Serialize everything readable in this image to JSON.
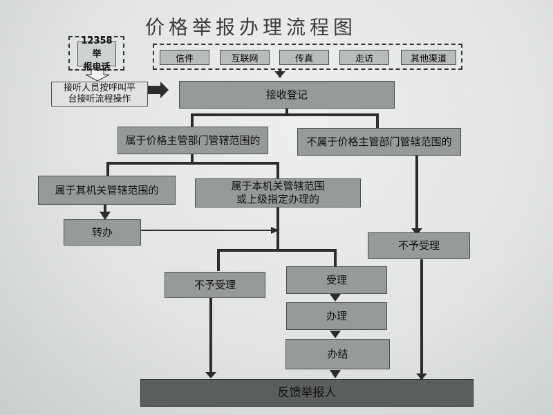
{
  "title": "价格举报办理流程图",
  "hotline": "12358举\n报电话",
  "operator_text": "接听人员按呼叫平\n台接听流程操作",
  "channels": [
    "信件",
    "互联网",
    "传真",
    "走访",
    "其他渠道"
  ],
  "receive": "接收登记",
  "in_scope": "属于价格主管部门管辖范围的",
  "out_scope": "不属于价格主管部门管辖范围的",
  "other_org": "属于其机关管辖范围的",
  "own_org": "属于本机关管辖范围\n或上级指定办理的",
  "transfer": "转办",
  "reject_right": "不予受理",
  "reject_mid": "不予受理",
  "accept": "受理",
  "handle": "办理",
  "finish": "办结",
  "feedback": "反馈举报人"
}
